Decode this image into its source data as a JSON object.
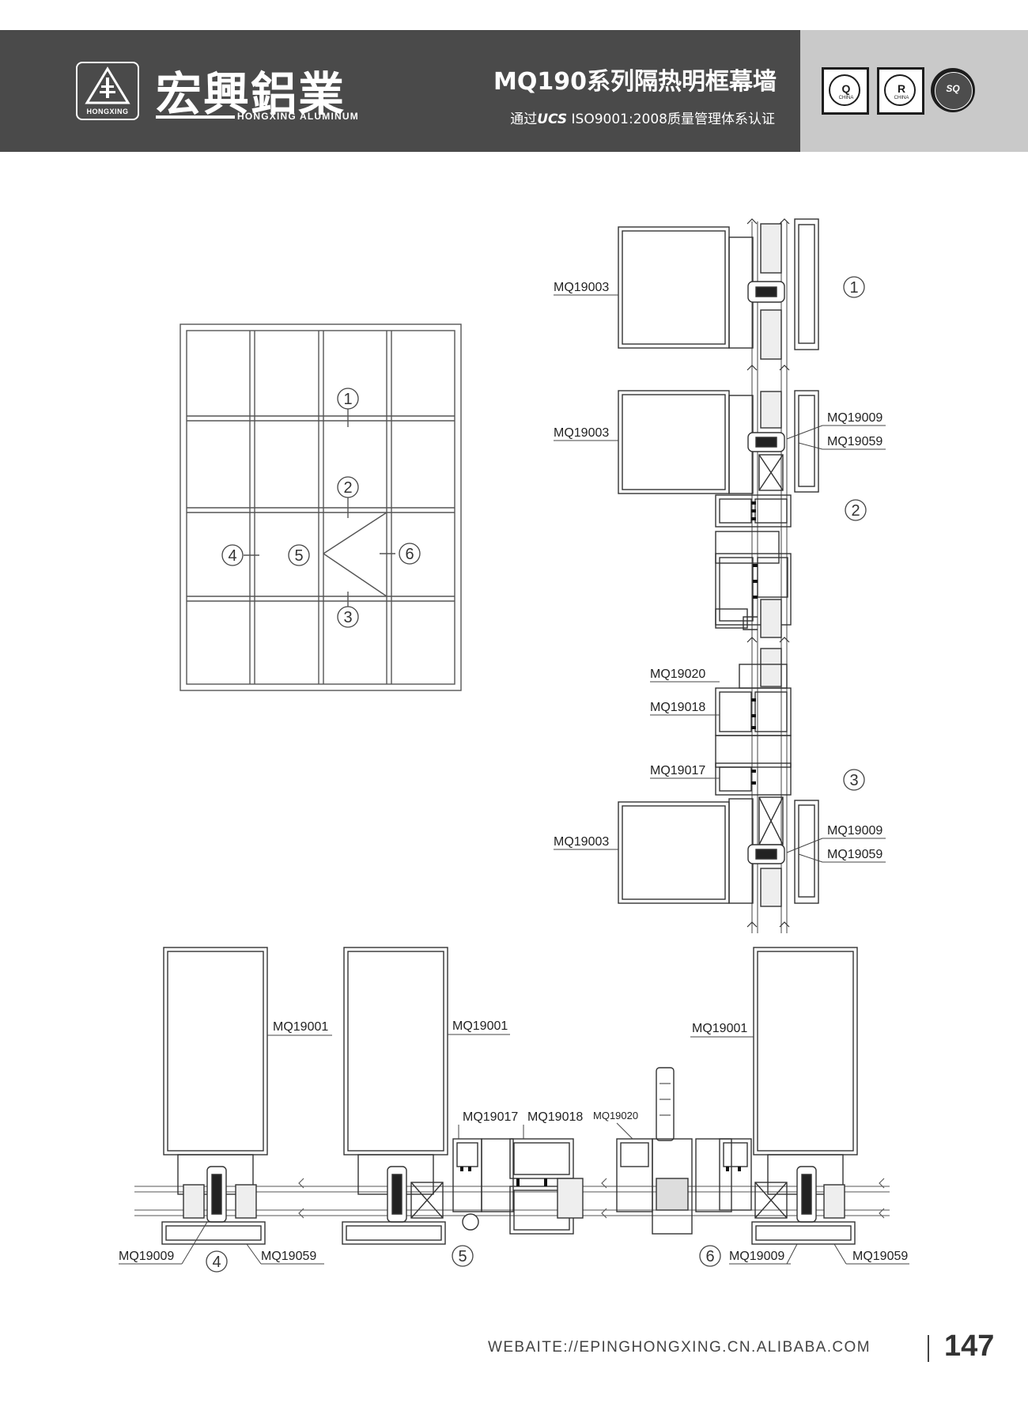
{
  "header": {
    "logo_badge": "HONGXING",
    "brand_cn": "宏興鋁業",
    "brand_en": "HONGXING ALUMINUM",
    "series_title": "MQ190系列隔热明框幕墙",
    "cert_prefix": "通过",
    "cert_mark": "UCS",
    "cert_suffix": " ISO9001:2008质量管理体系认证",
    "badges": [
      {
        "letter": "Q",
        "sub": "CHINA",
        "icon": "quality-cert-icon"
      },
      {
        "letter": "R",
        "sub": "CHINA",
        "icon": "r-cert-icon"
      },
      {
        "letter": "SQ",
        "icon": "globe-cert-icon"
      }
    ]
  },
  "elevation": {
    "markers": [
      "1",
      "2",
      "3",
      "4",
      "5",
      "6"
    ]
  },
  "vertical_section": {
    "markers": [
      "1",
      "2",
      "3"
    ],
    "labels": [
      "MQ19003",
      "MQ19003",
      "MQ19009",
      "MQ19059",
      "MQ19020",
      "MQ19018",
      "MQ19017",
      "MQ19003",
      "MQ19009",
      "MQ19059"
    ]
  },
  "horizontal_section": {
    "markers": [
      "4",
      "5",
      "6"
    ],
    "labels": [
      "MQ19001",
      "MQ19001",
      "MQ19001",
      "MQ19017",
      "MQ19018",
      "MQ19020",
      "MQ19009",
      "MQ19059",
      "MQ19009",
      "MQ19059"
    ]
  },
  "footer": {
    "url": "WEBAITE://EPINGHONGXING.CN.ALIBABA.COM",
    "page": "147"
  }
}
